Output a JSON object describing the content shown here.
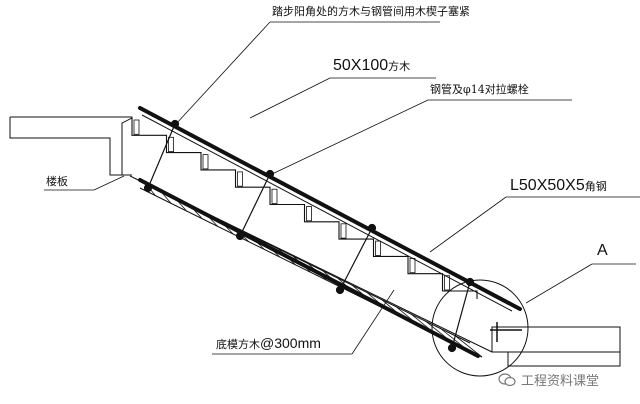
{
  "labels": {
    "top_note": "踏步阳角处的方木与钢管间用木楔子塞紧",
    "timber_size": "50X100",
    "timber_unit": "方木",
    "rebar_bolt": "钢管及φ14对拉螺栓",
    "slab": "楼板",
    "angle_steel_size": "L50X50X5",
    "angle_steel_unit": "角钢",
    "detail_ref": "A",
    "bottom_timber_prefix": "底模方木",
    "bottom_timber_spacing": "@300mm"
  },
  "watermark": {
    "text": "工程资料课堂"
  },
  "colors": {
    "line": "#111111",
    "watermark": "#777777"
  }
}
